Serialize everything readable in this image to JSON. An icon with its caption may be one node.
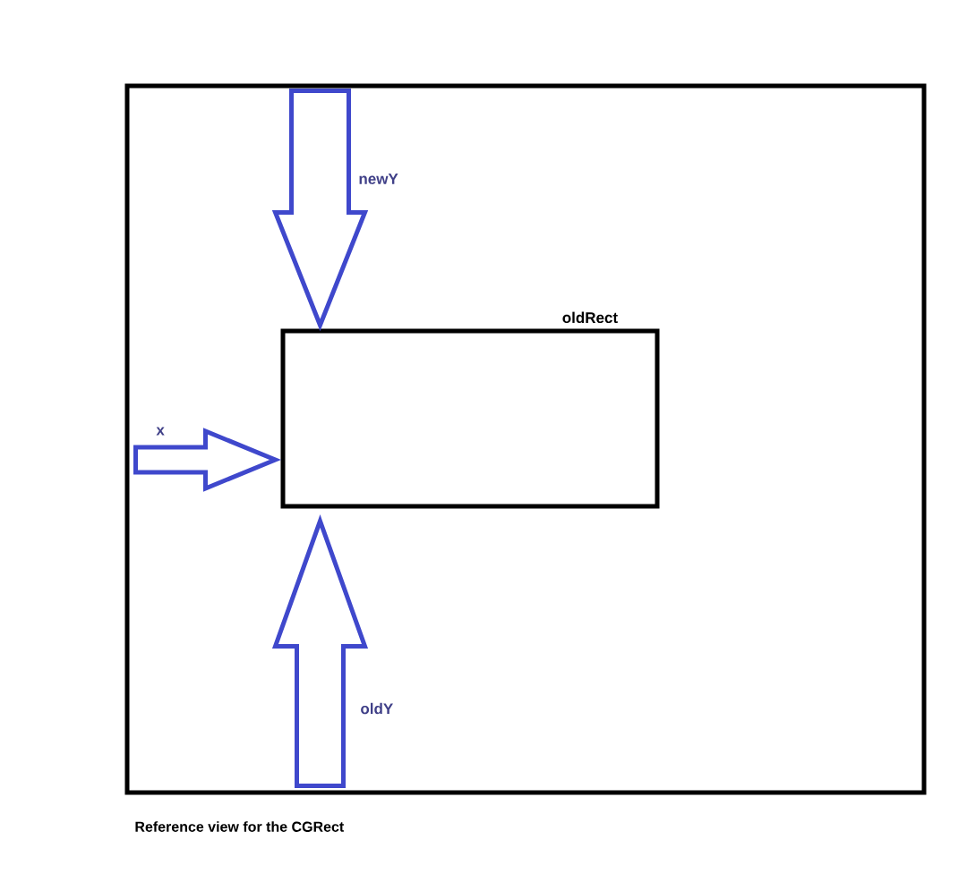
{
  "diagram": {
    "caption": "Reference view for the CGRect",
    "nodes": [
      {
        "text": [],
        "shape": "box"
      },
      {
        "text": [
          "oldRect"
        ],
        "in": 0
      }
    ],
    "edges": [
      {
        "from": null,
        "to": 1,
        "arrow": "to",
        "label": "newY"
      },
      {
        "from": null,
        "to": 1,
        "arrow": "to",
        "label": "x"
      },
      {
        "from": null,
        "to": 1,
        "arrow": "to",
        "label": "oldY"
      }
    ]
  }
}
